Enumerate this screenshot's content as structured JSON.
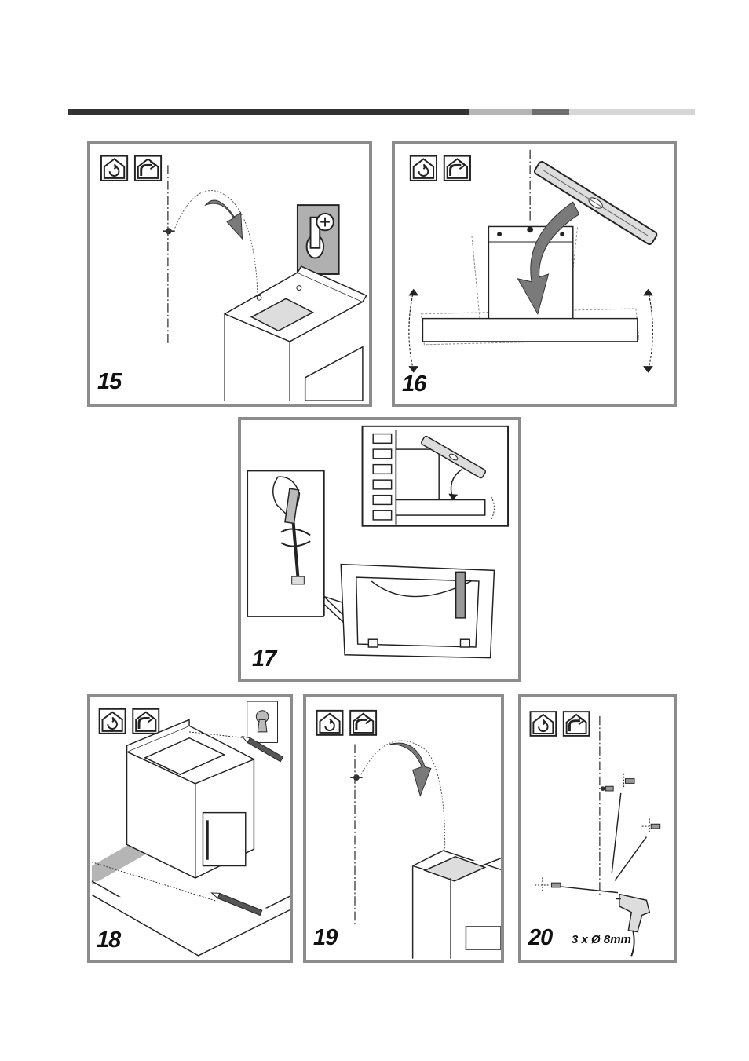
{
  "header_bar": {
    "segments": [
      {
        "color": "#333333",
        "flex": 64
      },
      {
        "color": "#b5b5b5",
        "flex": 10
      },
      {
        "color": "#6e6e6e",
        "flex": 6
      },
      {
        "color": "#d6d6d6",
        "flex": 20
      }
    ]
  },
  "steps": [
    {
      "number": "15"
    },
    {
      "number": "16"
    },
    {
      "number": "17"
    },
    {
      "number": "18"
    },
    {
      "number": "19"
    },
    {
      "number": "20",
      "spec": "3 x Ø 8mm"
    }
  ],
  "icons": [
    "recirculation-mode-icon",
    "exhaust-duct-mode-icon"
  ],
  "colors": {
    "panel_border": "#8c8c8c",
    "arrow_fill": "#7a7a7a",
    "line": "#222222"
  }
}
